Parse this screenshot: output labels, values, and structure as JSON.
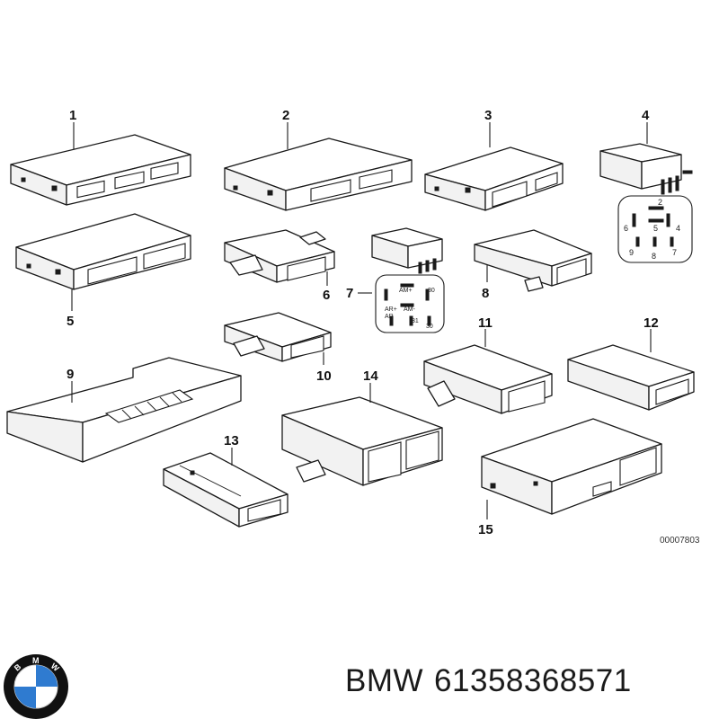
{
  "diagram": {
    "callouts": [
      "1",
      "2",
      "3",
      "4",
      "5",
      "6",
      "7",
      "8",
      "9",
      "10",
      "11",
      "12",
      "13",
      "14",
      "15"
    ],
    "reference_number": "00007803",
    "relay_4_pins": [
      "2",
      "6",
      "5",
      "4",
      "9",
      "8",
      "7"
    ],
    "relay_7_pins": [
      "AM+",
      "30",
      "AR+",
      "AM-",
      "AR",
      "31",
      "30"
    ]
  },
  "brand": {
    "name": "BMW",
    "part_number": "61358368571",
    "logo_text": "BMW",
    "logo_colors": {
      "blue": "#2f7bd0",
      "white": "#ffffff",
      "ring": "#111111",
      "letters": "#ffffff"
    }
  }
}
